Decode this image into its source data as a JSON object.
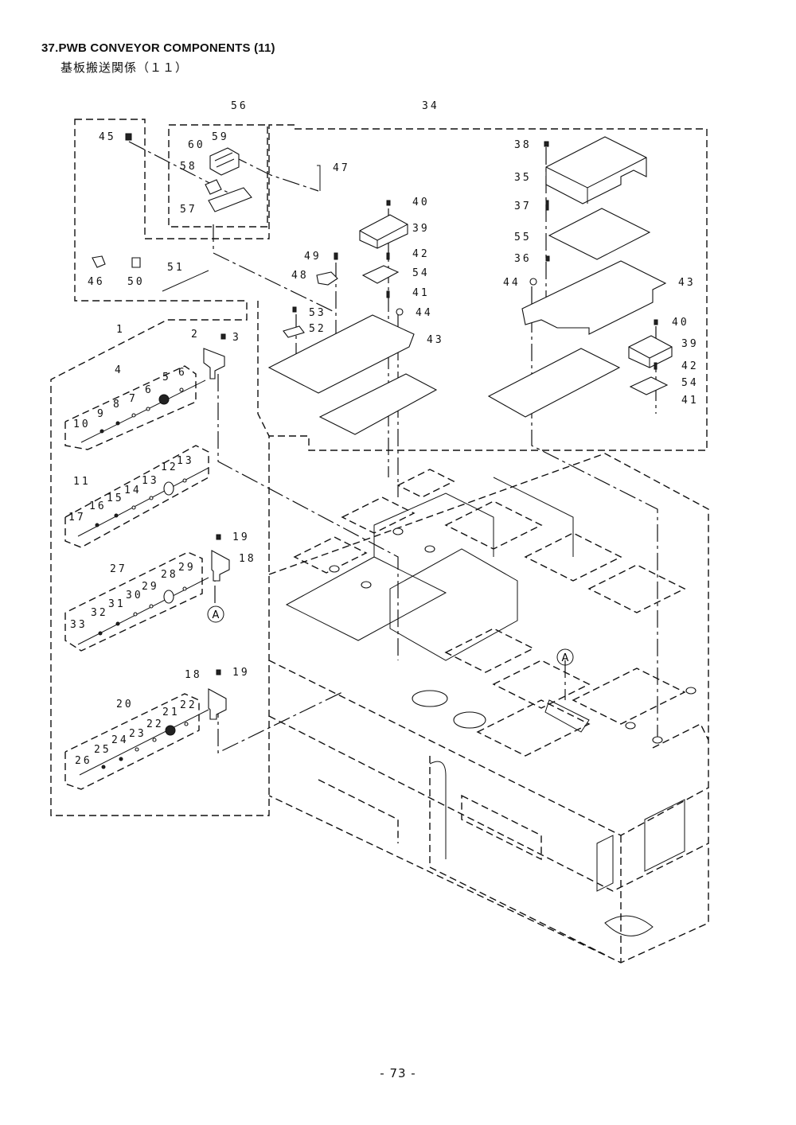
{
  "header": {
    "title": "37.PWB CONVEYOR COMPONENTS (11)",
    "subtitle": "基板搬送関係（１１）"
  },
  "footer": {
    "page_number": "- 73 -"
  },
  "callout_labels": [
    "A",
    "A"
  ],
  "part_labels": [
    {
      "id": "p56",
      "text": "56"
    },
    {
      "id": "p34",
      "text": "34"
    },
    {
      "id": "p45",
      "text": "45"
    },
    {
      "id": "p59",
      "text": "59"
    },
    {
      "id": "p60",
      "text": "60"
    },
    {
      "id": "p58",
      "text": "58"
    },
    {
      "id": "p57",
      "text": "57"
    },
    {
      "id": "p47",
      "text": "47"
    },
    {
      "id": "p46",
      "text": "46"
    },
    {
      "id": "p50",
      "text": "50"
    },
    {
      "id": "p51",
      "text": "51"
    },
    {
      "id": "p40a",
      "text": "40"
    },
    {
      "id": "p39a",
      "text": "39"
    },
    {
      "id": "p49",
      "text": "49"
    },
    {
      "id": "p42a",
      "text": "42"
    },
    {
      "id": "p48",
      "text": "48"
    },
    {
      "id": "p54a",
      "text": "54"
    },
    {
      "id": "p41a",
      "text": "41"
    },
    {
      "id": "p53",
      "text": "53"
    },
    {
      "id": "p44a",
      "text": "44"
    },
    {
      "id": "p52",
      "text": "52"
    },
    {
      "id": "p43a",
      "text": "43"
    },
    {
      "id": "p38",
      "text": "38"
    },
    {
      "id": "p35",
      "text": "35"
    },
    {
      "id": "p37",
      "text": "37"
    },
    {
      "id": "p55",
      "text": "55"
    },
    {
      "id": "p36",
      "text": "36"
    },
    {
      "id": "p44b",
      "text": "44"
    },
    {
      "id": "p43b",
      "text": "43"
    },
    {
      "id": "p40b",
      "text": "40"
    },
    {
      "id": "p39b",
      "text": "39"
    },
    {
      "id": "p42b",
      "text": "42"
    },
    {
      "id": "p54b",
      "text": "54"
    },
    {
      "id": "p41b",
      "text": "41"
    },
    {
      "id": "p1",
      "text": "1"
    },
    {
      "id": "p2",
      "text": "2"
    },
    {
      "id": "p3",
      "text": "3"
    },
    {
      "id": "p4",
      "text": "4"
    },
    {
      "id": "p5",
      "text": "5"
    },
    {
      "id": "p6a",
      "text": "6"
    },
    {
      "id": "p6b",
      "text": "6"
    },
    {
      "id": "p7",
      "text": "7"
    },
    {
      "id": "p8",
      "text": "8"
    },
    {
      "id": "p9",
      "text": "9"
    },
    {
      "id": "p10",
      "text": "10"
    },
    {
      "id": "p11",
      "text": "11"
    },
    {
      "id": "p12",
      "text": "12"
    },
    {
      "id": "p13a",
      "text": "13"
    },
    {
      "id": "p13b",
      "text": "13"
    },
    {
      "id": "p14",
      "text": "14"
    },
    {
      "id": "p15",
      "text": "15"
    },
    {
      "id": "p16",
      "text": "16"
    },
    {
      "id": "p17",
      "text": "17"
    },
    {
      "id": "p19a",
      "text": "19"
    },
    {
      "id": "p18a",
      "text": "18"
    },
    {
      "id": "p27",
      "text": "27"
    },
    {
      "id": "p28",
      "text": "28"
    },
    {
      "id": "p29a",
      "text": "29"
    },
    {
      "id": "p29b",
      "text": "29"
    },
    {
      "id": "p30",
      "text": "30"
    },
    {
      "id": "p31",
      "text": "31"
    },
    {
      "id": "p32",
      "text": "32"
    },
    {
      "id": "p33",
      "text": "33"
    },
    {
      "id": "p18b",
      "text": "18"
    },
    {
      "id": "p19b",
      "text": "19"
    },
    {
      "id": "p20",
      "text": "20"
    },
    {
      "id": "p21",
      "text": "21"
    },
    {
      "id": "p22a",
      "text": "22"
    },
    {
      "id": "p22b",
      "text": "22"
    },
    {
      "id": "p23",
      "text": "23"
    },
    {
      "id": "p24",
      "text": "24"
    },
    {
      "id": "p25",
      "text": "25"
    },
    {
      "id": "p26",
      "text": "26"
    }
  ]
}
